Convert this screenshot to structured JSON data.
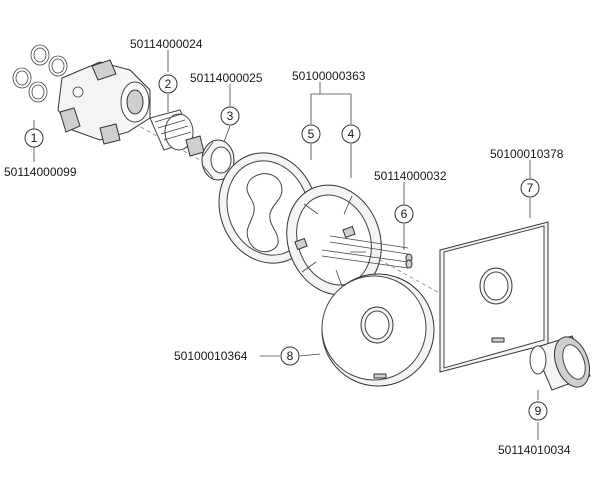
{
  "callouts": [
    {
      "num": "1",
      "code": "50114000099"
    },
    {
      "num": "2",
      "code": "50114000024"
    },
    {
      "num": "3",
      "code": "50114000025"
    },
    {
      "num": "4",
      "code": "50100000363"
    },
    {
      "num": "5",
      "code": "50100000363"
    },
    {
      "num": "6",
      "code": "50114000032"
    },
    {
      "num": "7",
      "code": "50100010378"
    },
    {
      "num": "8",
      "code": "50100010364"
    },
    {
      "num": "9",
      "code": "50114010034"
    }
  ],
  "colors": {
    "line": "#333333",
    "part_fill": "#f4f4f4",
    "metal": "#cfcfcf"
  }
}
